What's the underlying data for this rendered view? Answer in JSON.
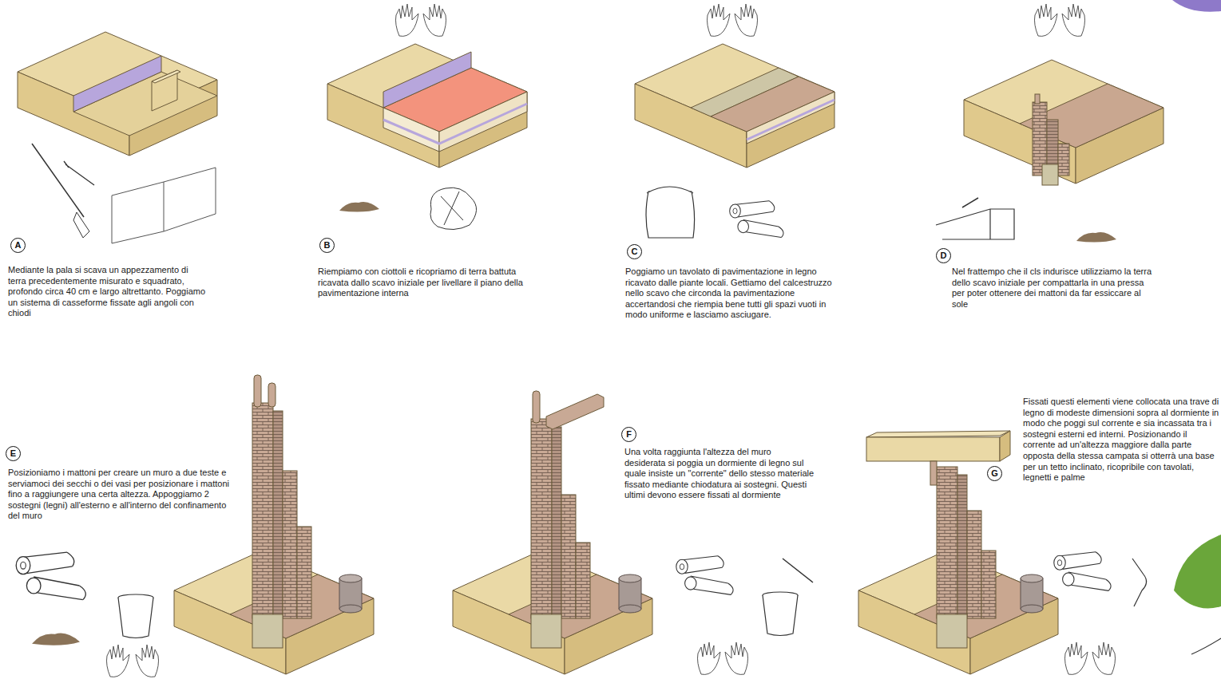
{
  "diagram": {
    "nodes": [
      {
        "text": [
          "A"
        ]
      },
      {
        "text": [
          "B"
        ]
      },
      {
        "text": [
          "C"
        ]
      },
      {
        "text": [
          "D"
        ]
      },
      {
        "text": [
          "E"
        ]
      },
      {
        "text": [
          "F"
        ]
      },
      {
        "text": [
          "G"
        ]
      }
    ],
    "labels": [
      "Mediante la pala si scava un appezzamento di terra precedentemente misurato e squadrato, profondo circa 40 cm e largo altrettanto. Poggiamo un sistema di casseforme fissate agli angoli con chiodi",
      "Riempiamo con ciottoli e ricopriamo di terra battuta ricavata dallo scavo iniziale per livellare il piano della pavimentazione interna",
      "Poggiamo un tavolato di pavimentazione in legno ricavato dalle piante locali. Gettiamo del calcestruzzo nello scavo che circonda la pavimentazione accertandosi che riempia bene tutti gli spazi vuoti in modo uniforme e lasciamo asciugare.",
      "Nel frattempo che il cls indurisce utilizziamo la terra dello scavo iniziale per compattarla in una pressa per poter ottenere dei mattoni da far essiccare al sole",
      "Posizioniamo i mattoni per creare un muro a due teste e serviamoci dei secchi o dei vasi per posizionare i mattoni fino a raggiungere una certa altezza. Appoggiamo 2 sostegni (legni) all'esterno e all'interno del confinamento del muro",
      "Una volta raggiunta l'altezza del muro desiderata si poggia un dormiente di legno sul quale insiste un \"corrente\" dello stesso materiale fissato mediante chiodatura ai sostegni. Questi ultimi devono essere fissati al dormiente",
      "Fissati questi elementi viene collocata una trave di legno di modeste dimensioni sopra al dormiente in modo che poggi sul corrente e sia incassata tra i sostegni esterni ed interni. Posizionando il corrente ad un'altezza maggiore dalla parte opposta della stessa campata si otterrà una base per un tetto inclinato, ricopribile con tavolati, legnetti e palme"
    ]
  }
}
